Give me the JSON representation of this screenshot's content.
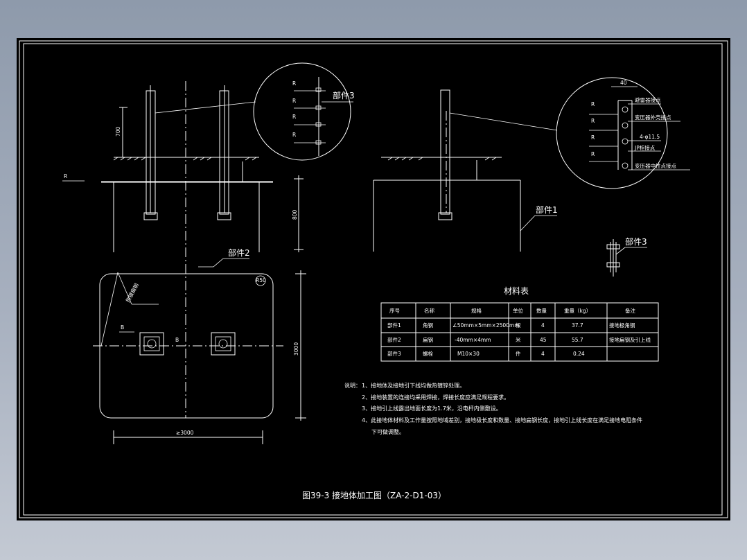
{
  "drawing": {
    "part_labels": {
      "part1": "部件1",
      "part2": "部件2",
      "part3_detail": "部件3",
      "part3_bolt": "部件3"
    },
    "dimensions": {
      "left_depth": "700",
      "left_height": "800",
      "plan_width": "≥3000",
      "plan_height": "3000",
      "right_detail_width": "40",
      "plan_radius": "R50",
      "plan_spacing": "B"
    },
    "annotations": {
      "flat_steel_plan": "热镀扁钢",
      "right_detail_labels": [
        "避雷器接点",
        "变压器外壳接点",
        "4-φ11.5",
        "JP柜接点",
        "变压器中性点接点"
      ]
    },
    "material_table": {
      "title": "材料表",
      "headers": [
        "序号",
        "名称",
        "规格",
        "单位",
        "数量",
        "重量（kg）",
        "备注"
      ],
      "rows": [
        [
          "部件1",
          "角钢",
          "∠50mm×5mm×2500mm",
          "根",
          "4",
          "37.7",
          "接地极角钢"
        ],
        [
          "部件2",
          "扁钢",
          "-40mm×4mm",
          "米",
          "45",
          "55.7",
          "接地扁钢及引上线"
        ],
        [
          "部件3",
          "螺栓",
          "M10×30",
          "件",
          "4",
          "0.24",
          ""
        ]
      ]
    },
    "notes": {
      "lead": "说明：",
      "items": [
        "1、接地体及接地引下线均做热镀锌处理。",
        "2、接地装置的连接均采用焊接，焊接长度应满足规程要求。",
        "3、接地引上线露出地面长度为1.7米，沿电杆内侧敷设。",
        "4、此接地体材料及工作量按照地域差别，接地极长度和数量、接地扁钢长度，接地引上线长度在满足接地电阻条件",
        "下可做调整。"
      ]
    },
    "caption": "图39-3  接地体加工图（ZA-2-D1-03）"
  }
}
